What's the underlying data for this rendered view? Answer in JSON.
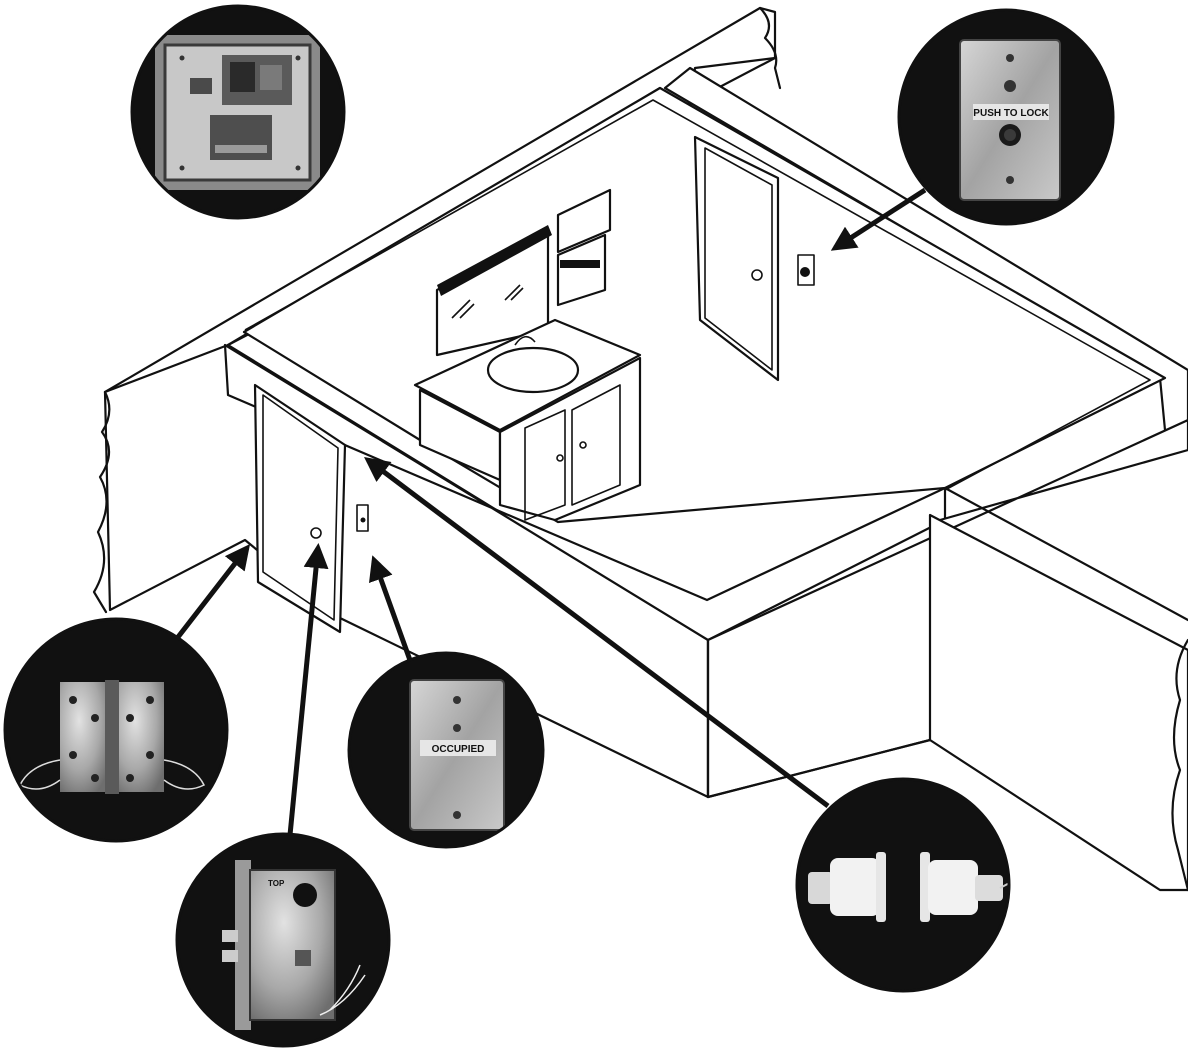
{
  "diagram": {
    "components": [
      {
        "id": "power-supply-enclosure"
      },
      {
        "id": "push-to-lock-switch",
        "plate_label": "PUSH TO LOCK"
      },
      {
        "id": "electrified-hinge"
      },
      {
        "id": "occupied-indicator",
        "plate_label": "OCCUPIED"
      },
      {
        "id": "mortise-lock",
        "stamp": "TOP"
      },
      {
        "id": "door-position-switch"
      }
    ]
  }
}
